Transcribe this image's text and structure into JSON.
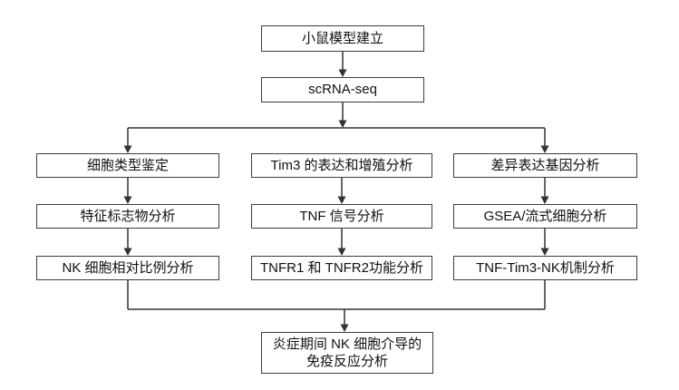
{
  "flowchart": {
    "colors": {
      "background": "#ffffff",
      "line": "#333333",
      "box_border": "#3d3d3d",
      "box_fill": "#ffffff",
      "text": "#111111"
    },
    "top_nodes": [
      {
        "label": "小鼠模型建立"
      },
      {
        "label": "scRNA-seq"
      }
    ],
    "columns": [
      {
        "nodes": [
          {
            "label": "细胞类型鉴定"
          },
          {
            "label": "特征标志物分析"
          },
          {
            "label": "NK 细胞相对比例分析"
          }
        ]
      },
      {
        "nodes": [
          {
            "label": "Tim3 的表达和增殖分析"
          },
          {
            "label": "TNF 信号分析"
          },
          {
            "label": "TNFR1 和 TNFR2功能分析"
          }
        ]
      },
      {
        "nodes": [
          {
            "label": "差异表达基因分析"
          },
          {
            "label": "GSEA/流式细胞分析"
          },
          {
            "label": "TNF-Tim3-NK机制分析"
          }
        ]
      }
    ],
    "bottom_node": {
      "lines": [
        "炎症期间 NK 细胞介导的",
        "免疫反应分析"
      ]
    }
  }
}
